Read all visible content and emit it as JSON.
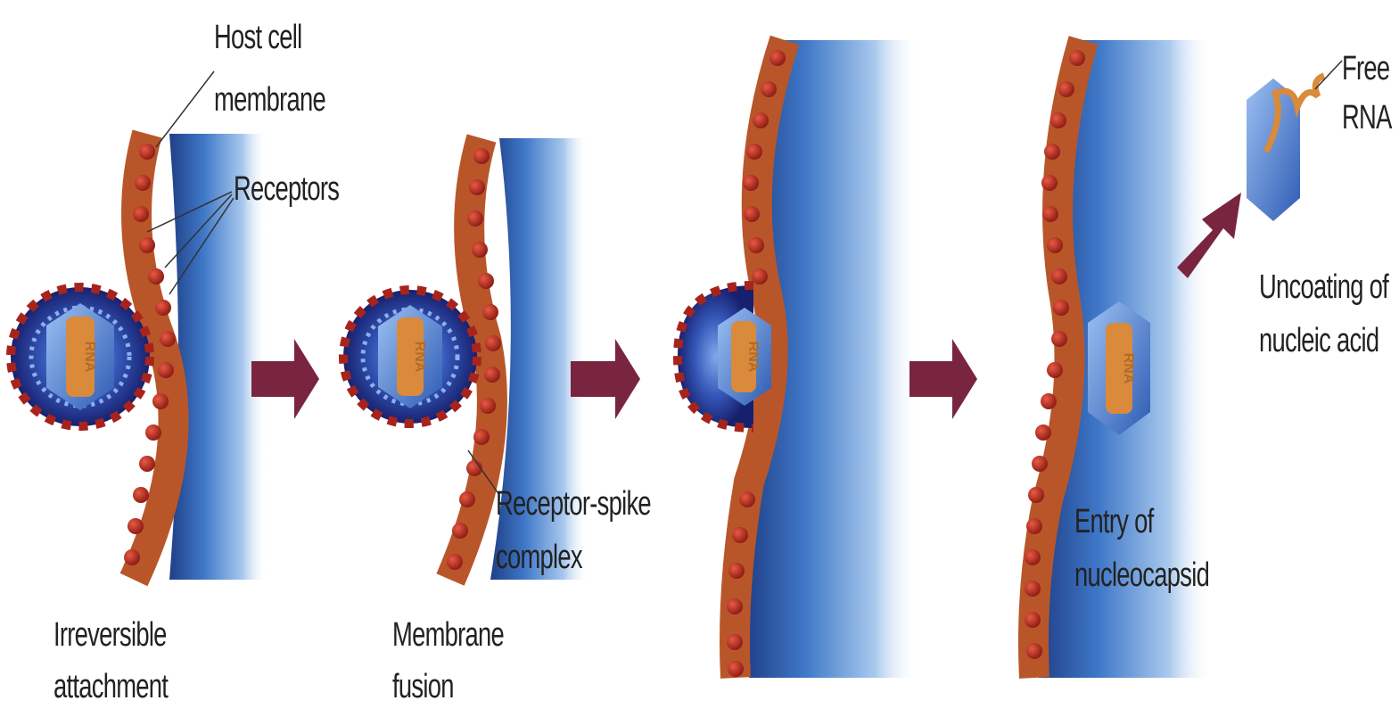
{
  "colors": {
    "membrane_orange": "#b8562a",
    "receptor_red": "#a8231c",
    "cell_blue": "#2f5ea8",
    "virus_dark_blue": "#1e2e8c",
    "capsid_blue": "#5a8ed8",
    "rna_orange": "#d98a3a",
    "arrow_maroon": "#7a2540"
  },
  "labels": {
    "host_cell_membrane_1": "Host cell",
    "host_cell_membrane_2": "membrane",
    "receptors": "Receptors",
    "receptor_spike_1": "Receptor-spike",
    "receptor_spike_2": "complex",
    "step1_1": "Irreversible",
    "step1_2": "attachment",
    "step2_1": "Membrane",
    "step2_2": "fusion",
    "entry_1": "Entry of",
    "entry_2": "nucleocapsid",
    "uncoating_1": "Uncoating of",
    "uncoating_2": "nucleic acid",
    "free_rna_1": "Free",
    "free_rna_2": "RNA",
    "rna_inner": "RNA"
  }
}
